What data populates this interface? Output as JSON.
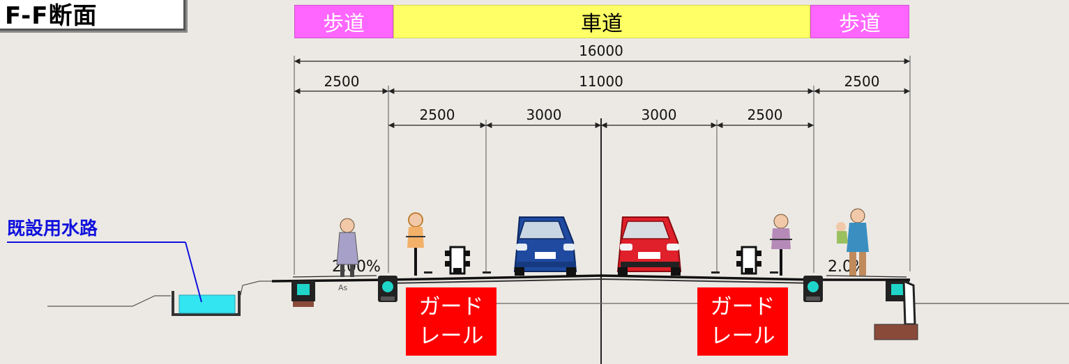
{
  "title": "F-F断面",
  "bands": {
    "left_sidewalk": "歩道",
    "carriageway": "車道",
    "right_sidewalk": "歩道"
  },
  "dimensions": {
    "total": "16000",
    "left_sidewalk": "2500",
    "carriageway": "11000",
    "right_sidewalk": "2500",
    "lane_1": "2500",
    "lane_2": "3000",
    "lane_3": "3000",
    "lane_4": "2500"
  },
  "slopes": {
    "left": "2.00%",
    "right": "2.0%"
  },
  "surface_label": "As",
  "canal_label": "既設用水路",
  "guardrail_left": {
    "line1": "ガード",
    "line2": "レール"
  },
  "guardrail_right": {
    "line1": "ガード",
    "line2": "レール"
  },
  "colors": {
    "sidewalk_band": "#ff66ff",
    "carriageway_band": "#ffff66",
    "guardrail_label": "#ff0000",
    "canal_water": "#33e5f0",
    "canal_label": "#1010dd",
    "left_car": "#1f4aa0",
    "right_car": "#e0202a"
  }
}
